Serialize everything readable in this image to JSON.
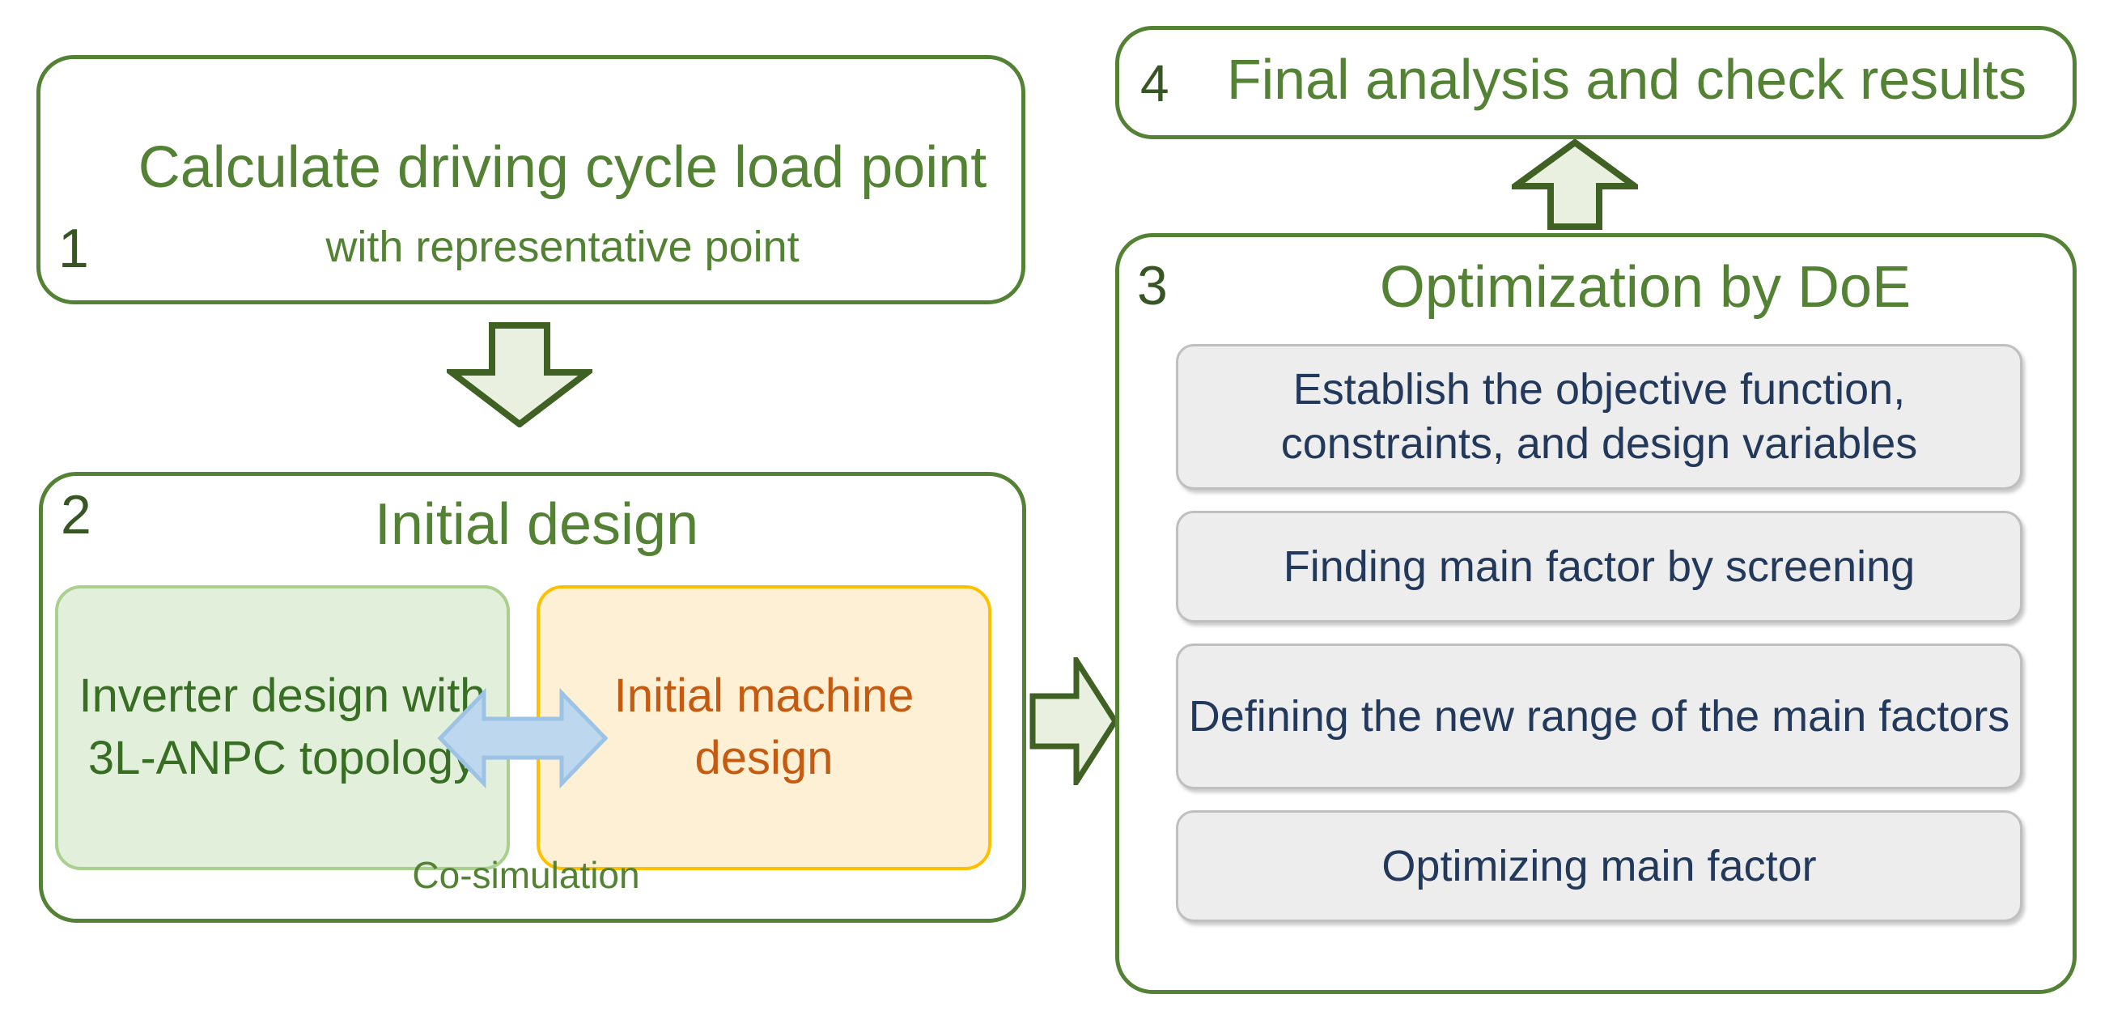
{
  "diagram": {
    "steps": [
      {
        "number": "1",
        "title": "Calculate driving cycle load point",
        "subtitle": "with representative point"
      },
      {
        "number": "2",
        "title": "Initial design",
        "inner_left": "Inverter design with 3L-ANPC topology",
        "inner_right": "Initial machine design",
        "caption": "Co-simulation"
      },
      {
        "number": "3",
        "title": "Optimization by DoE",
        "items": [
          "Establish the objective function, constraints, and design variables",
          "Finding main factor by screening",
          "Defining the new range of the main factors",
          "Optimizing main factor"
        ]
      },
      {
        "number": "4",
        "title": "Final analysis and check results"
      }
    ],
    "arrows": [
      {
        "name": "arrow-down-step1-to-step2",
        "direction": "down"
      },
      {
        "name": "arrow-bidirectional-co-simulation",
        "direction": "left-right"
      },
      {
        "name": "arrow-right-step2-to-step3",
        "direction": "right"
      },
      {
        "name": "arrow-up-step3-to-step4",
        "direction": "up"
      }
    ],
    "colors": {
      "outline_green": "#548235",
      "title_green": "#548235",
      "number_green": "#375623",
      "arrow_fill": "#e9f0e0",
      "arrow_stroke": "#3f6124",
      "inner_green_fill": "#e2efda",
      "inner_green_border": "#a9d08e",
      "inner_green_text": "#376e24",
      "inner_yellow_fill": "#fdf0d5",
      "inner_yellow_border": "#ffc000",
      "inner_orange_text": "#c55a11",
      "doe_item_fill": "#ededed",
      "doe_item_border": "#bfbfbf",
      "doe_item_text": "#23395b",
      "bidir_arrow_fill": "#bdd7ee",
      "bidir_arrow_border": "#9cc3e5",
      "background": "#ffffff"
    }
  }
}
